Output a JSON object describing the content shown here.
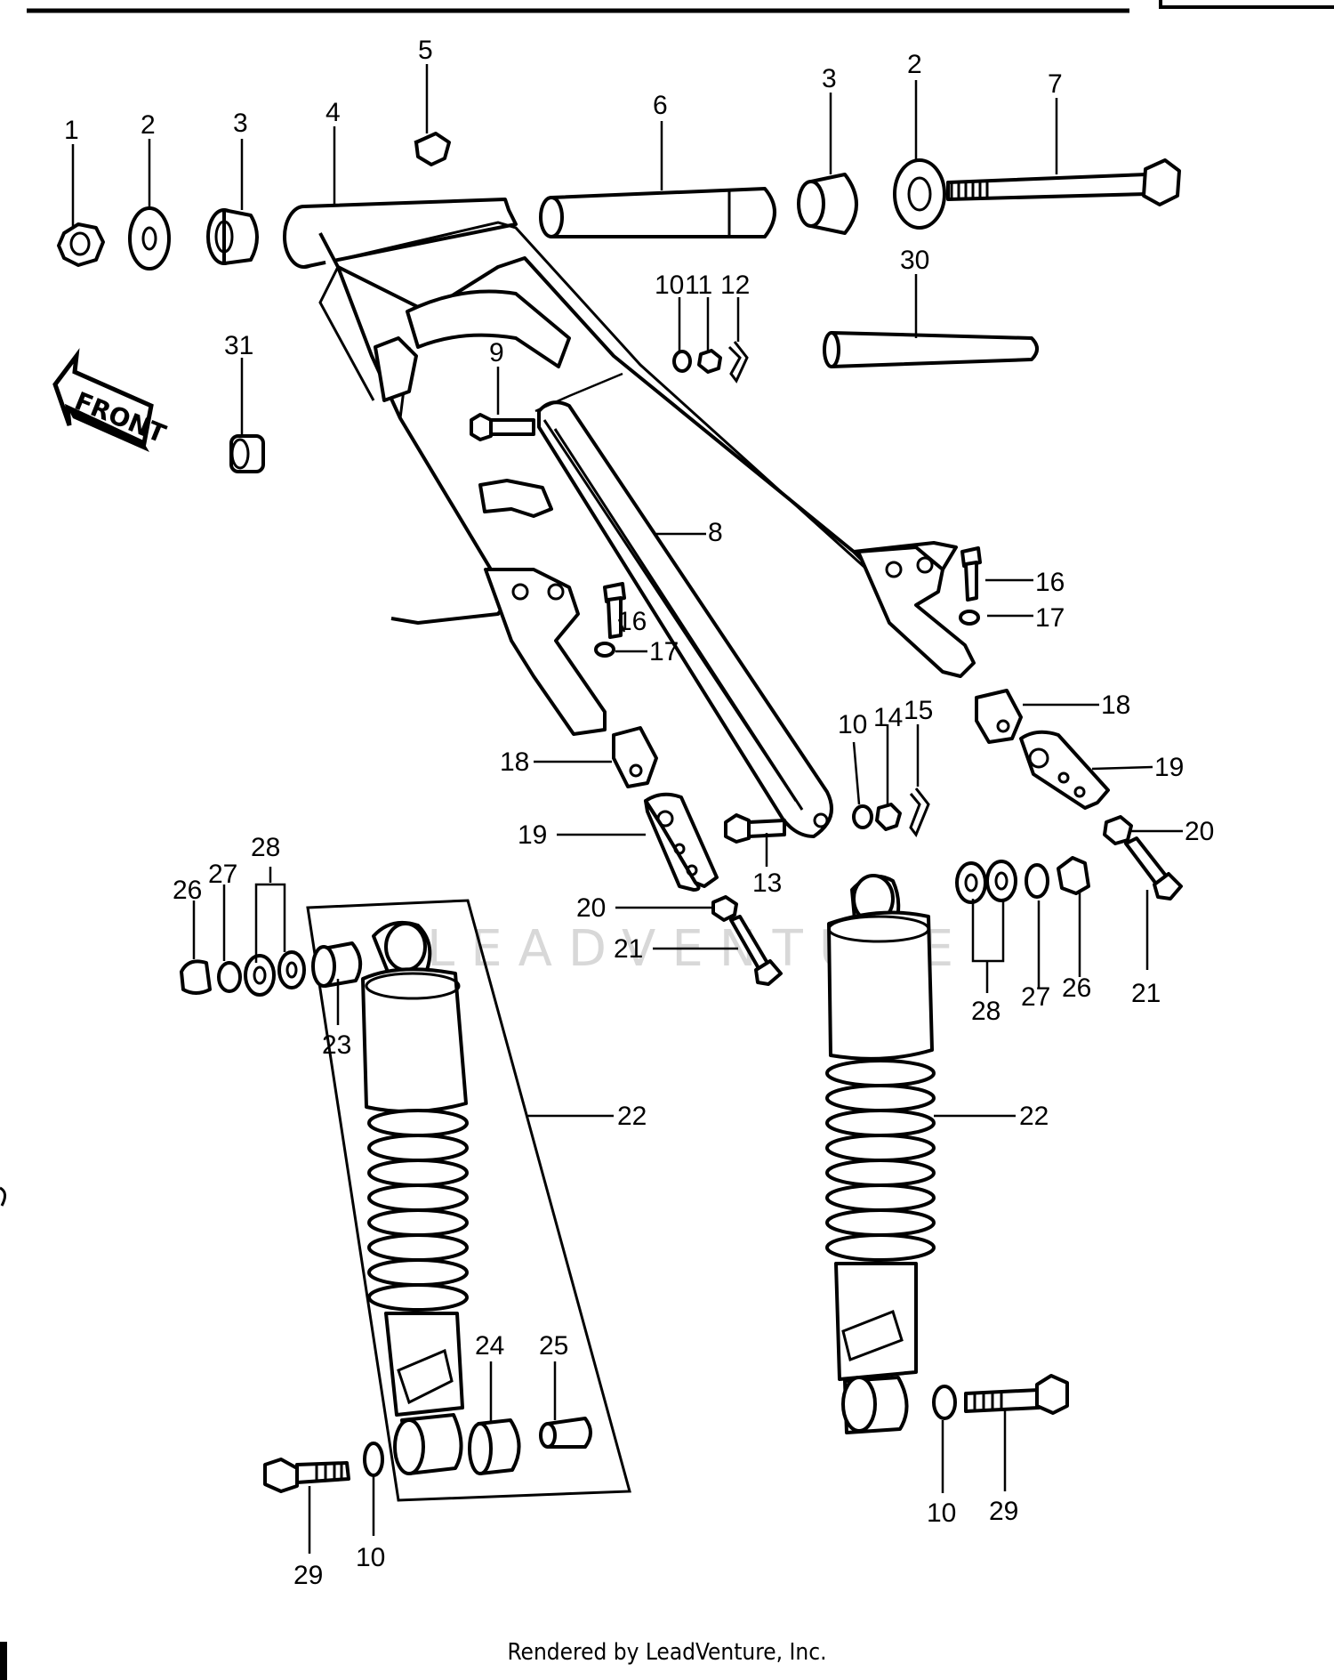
{
  "diagram": {
    "front_label": "FRONT",
    "watermark": "LEADVENTURE",
    "credit": "Rendered by LeadVenture, Inc.",
    "callouts": {
      "c1": "1",
      "c2a": "2",
      "c3a": "3",
      "c4": "4",
      "c5": "5",
      "c6": "6",
      "c3b": "3",
      "c2b": "2",
      "c7": "7",
      "c30": "30",
      "c31": "31",
      "c10a": "10",
      "c11": "11",
      "c12": "12",
      "c9": "9",
      "c8": "8",
      "c16a": "16",
      "c17a": "17",
      "c16b": "16",
      "c17b": "17",
      "c18a": "18",
      "c18b": "18",
      "c10b": "10",
      "c14": "14",
      "c15": "15",
      "c19a": "19",
      "c19b": "19",
      "c13": "13",
      "c20a": "20",
      "c20b": "20",
      "c21a": "21",
      "c21b": "21",
      "c26a": "26",
      "c27a": "27",
      "c28a": "28",
      "c23": "23",
      "c22a": "22",
      "c22b": "22",
      "c28b": "28",
      "c27b": "27",
      "c26b": "26",
      "c24": "24",
      "c25": "25",
      "c29a": "29",
      "c10c": "10",
      "c10d": "10",
      "c29b": "29"
    }
  }
}
